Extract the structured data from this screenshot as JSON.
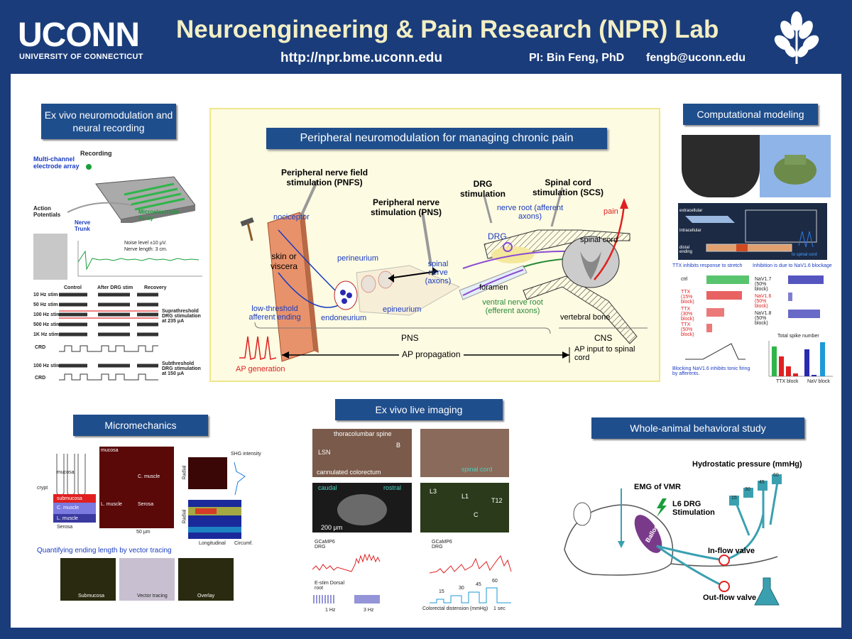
{
  "header": {
    "logo_main": "UCONN",
    "logo_sub": "UNIVERSITY OF CONNECTICUT",
    "title": "Neuroengineering & Pain Research (NPR) Lab",
    "url": "http://npr.bme.uconn.edu",
    "pi": "PI: Bin Feng, PhD",
    "email": "fengb@uconn.edu"
  },
  "sections": {
    "exvivo_neuro": "Ex vivo neuromodulation and neural recording",
    "computational": "Computational modeling",
    "micromechanics": "Micromechanics",
    "live_imaging": "Ex vivo live imaging",
    "behavioral": "Whole-animal behavioral study"
  },
  "center": {
    "title": "Peripheral neuromodulation for managing chronic pain",
    "pnfs": "Peripheral nerve field stimulation (PNFS)",
    "pns": "Peripheral nerve stimulation (PNS)",
    "drg_stim": "DRG stimulation",
    "scs": "Spinal cord stimulation (SCS)",
    "nociceptor": "nociceptor",
    "skin": "skin or viscera",
    "low_threshold": "low-threshold afferent ending",
    "perineurium": "perineurium",
    "endoneurium": "endoneurium",
    "epineurium": "epineurium",
    "spinal_nerve": "spinal nerve (axons)",
    "drg": "DRG",
    "nerve_root": "nerve root (afferent axons)",
    "foramen": "foramen",
    "ventral_root": "ventral nerve root (efferent axons)",
    "spinal_cord": "spinal cord",
    "vertebral_bone": "vertebral bone",
    "pain": "pain",
    "pns_label": "PNS",
    "cns_label": "CNS",
    "ap_generation": "AP generation",
    "ap_propagation": "AP propagation",
    "ap_input": "AP input to spinal cord"
  },
  "exvivo": {
    "recording": "Recording",
    "electrode": "Multi-channel electrode array",
    "action_potentials": "Action Potentials",
    "nerve_trunk": "Nerve Trunk",
    "microelectrode": "Microelectrode Array",
    "noise": "Noise level ±10 μV.",
    "nerve_length": "Nerve length: 3 cm.",
    "col_control": "Control",
    "col_after": "After DRG stim",
    "col_recovery": "Recovery",
    "rows": [
      "10 Hz stim",
      "50 Hz stim",
      "100 Hz stim",
      "500 Hz stim",
      "1K Hz stim"
    ],
    "supra": "Suprathreshold DRG stimulation at 235 μA",
    "sub": "Subthreshold DRG stimulation at 150 μA",
    "crd": "CRD",
    "sub_row": "100 Hz stim"
  },
  "computational": {
    "ttx_title": "TTX inhibits response to stretch",
    "nav_title": "Inhibition is due to NaV1.6 blockage",
    "ctrl": "ctrl",
    "ttx1": "TTX (15% block)",
    "ttx2": "TTX (30% block)",
    "ttx3": "TTX (50% block)",
    "nav17": "NaV1.7 (50% block)",
    "nav16": "NaV1.6 (50% block)",
    "nav18": "NaV1.8 (50% block)",
    "blocking": "Blocking NaV1.6 inhibits tonic firing by afferents.",
    "total_spike": "Total spike number",
    "ttx_block": "TTX block",
    "nav_block": "NaV block",
    "extracellular": "extracellular",
    "intracellular": "intracellular",
    "distal_ending": "distal ending",
    "to_spinal_cord": "to spinal cord"
  },
  "micromechanics": {
    "mucosa": "mucosa",
    "submucosa": "submucosa",
    "c_muscle": "C. muscle",
    "l_muscle": "L. muscle",
    "serosa": "Serosa",
    "crypt": "crypt",
    "radial": "Radial",
    "longitudinal": "Longitudinal",
    "circumf": "Circumf.",
    "shg": "SHG intensity",
    "scale": "50 μm",
    "quantifying": "Quantifying ending length by vector tracing",
    "sub_label": "Submucosa",
    "vector": "Vector tracing",
    "overlay": "Overlay"
  },
  "imaging": {
    "thoracolumbar": "thoracolumbar spine",
    "lsn": "LSN",
    "cannulated": "cannulated colorectum",
    "b": "B",
    "spinal_cord": "spinal cord",
    "caudal": "caudal",
    "rostral": "rostral",
    "l3": "L3",
    "l1": "L1",
    "t12": "T12",
    "c": "C",
    "scale": "200 μm",
    "gcamp1": "GCaMP6 DRG",
    "gcamp2": "GCaMP6 DRG",
    "estim": "E-stim Dorsal root",
    "hz1": "1 Hz",
    "hz3": "3 Hz",
    "colorectal": "Colorectal distension (mmHg)",
    "sec": "1 sec",
    "steps": [
      "15",
      "30",
      "45",
      "60"
    ]
  },
  "behavioral": {
    "hydrostatic": "Hydrostatic pressure (mmHg)",
    "emg": "EMG of VMR",
    "l6": "L6 DRG Stimulation",
    "balloon": "Balloon",
    "inflow": "In-flow valve",
    "outflow": "Out-flow valve",
    "pressures": [
      "15",
      "30",
      "45",
      "60"
    ]
  }
}
